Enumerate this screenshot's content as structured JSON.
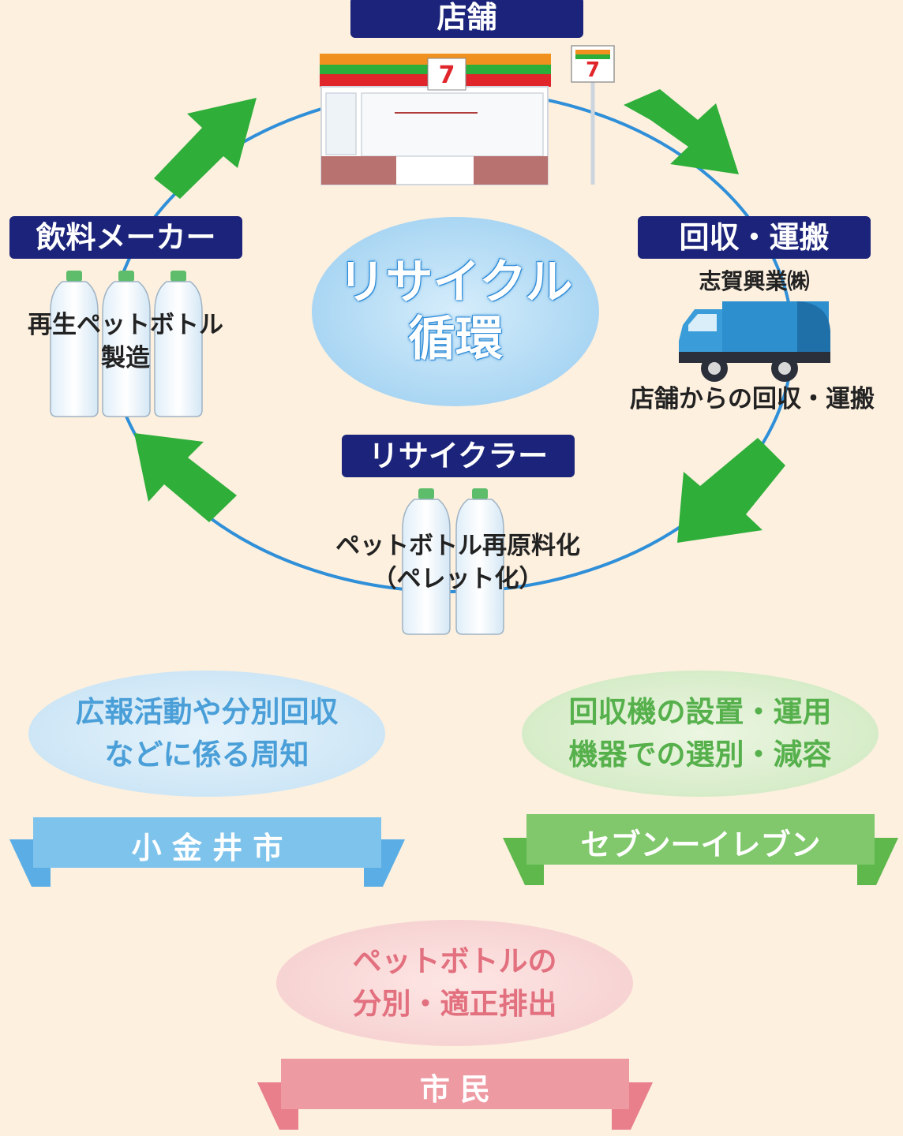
{
  "nodes": {
    "store": {
      "label": "店舗"
    },
    "collection": {
      "label": "回収・運搬",
      "company": "志賀興業㈱",
      "caption": "店舗からの回収・運搬"
    },
    "recycler": {
      "label": "リサイクラー",
      "caption_line1": "ペットボトル再原料化",
      "caption_line2": "（ペレット化）"
    },
    "maker": {
      "label": "飲料メーカー",
      "caption_line1": "再生ペットボトル",
      "caption_line2": "製造"
    }
  },
  "center": {
    "line1": "リサイクル",
    "line2": "循環"
  },
  "roles": {
    "city": {
      "line1": "広報活動や分別回収",
      "line2": "などに係る周知",
      "banner": "小 金 井 市",
      "text_color": "#4a9fd8",
      "banner_color": "#7ec3ec"
    },
    "seven": {
      "line1": "回収機の設置・運用",
      "line2": "機器での選別・減容",
      "banner": "セブンーイレブン",
      "text_color": "#56b04c",
      "banner_color": "#80c86b"
    },
    "citizens": {
      "line1": "ペットボトルの",
      "line2": "分別・適正排出",
      "banner": "市 民",
      "text_color": "#e2707e",
      "banner_color": "#ee9aa3"
    }
  },
  "colors": {
    "label_bg": "#1b237a",
    "arrow": "#2fae3a",
    "circle": "#2f8fd8",
    "background": "#fdf0df"
  },
  "icons": [
    "store-icon",
    "seven-eleven-logo",
    "garbage-truck-icon",
    "pet-bottle-icon",
    "recycle-arrow-icon"
  ]
}
